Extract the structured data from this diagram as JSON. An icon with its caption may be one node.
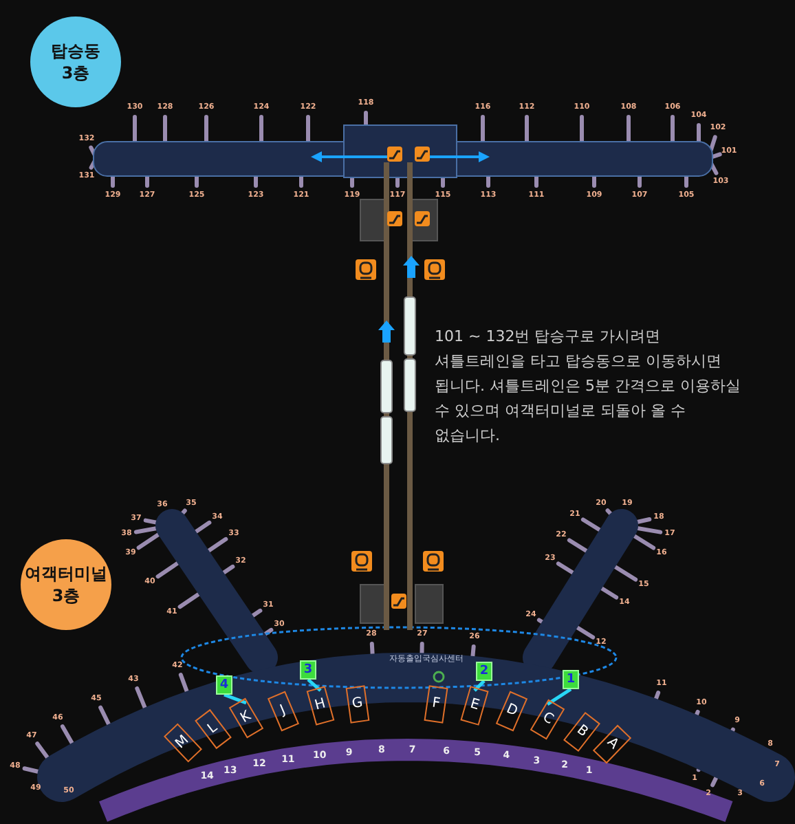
{
  "diagram": {
    "nodes": [
      {
        "text": [
          "탑승동 3층"
        ]
      },
      {
        "text": [
          "여객터미널 3층"
        ]
      },
      {
        "text": [
          "4"
        ]
      },
      {
        "text": [
          "3"
        ]
      },
      {
        "text": [
          "2"
        ]
      },
      {
        "text": [
          "1"
        ]
      },
      {
        "text": [
          "M"
        ]
      },
      {
        "text": [
          "L"
        ]
      },
      {
        "text": [
          "K"
        ]
      },
      {
        "text": [
          "J"
        ]
      },
      {
        "text": [
          "H"
        ]
      },
      {
        "text": [
          "G"
        ]
      },
      {
        "text": [
          "F"
        ]
      },
      {
        "text": [
          "E"
        ]
      },
      {
        "text": [
          "D"
        ]
      },
      {
        "text": [
          "C"
        ]
      },
      {
        "text": [
          "B"
        ]
      },
      {
        "text": [
          "A"
        ]
      }
    ],
    "edges": [
      {
        "from": 2,
        "to": 8,
        "arrow": "none"
      },
      {
        "from": 3,
        "to": 10,
        "arrow": "none"
      },
      {
        "from": 4,
        "to": 13,
        "arrow": "none"
      },
      {
        "from": 5,
        "to": 15,
        "arrow": "none"
      }
    ],
    "labels": [
      "130",
      "128",
      "126",
      "124",
      "122",
      "118",
      "116",
      "112",
      "110",
      "108",
      "106",
      "104",
      "102",
      "132",
      "101",
      "131",
      "103",
      "129",
      "127",
      "125",
      "123",
      "121",
      "119",
      "117",
      "115",
      "113",
      "111",
      "109",
      "107",
      "105",
      "101 ~ 132번 탑승구로 가시려면 셔틀트레인을 타고 탑승동으로 이동하시면 됩니다. 셔틀트레인은 5분 간격으로 이용하실 수 있으며 여객터미널로 되돌아 올 수 없습니다.",
      "36",
      "35",
      "37",
      "34",
      "38",
      "33",
      "39",
      "32",
      "40",
      "31",
      "41",
      "30",
      "42",
      "43",
      "45",
      "46",
      "47",
      "48",
      "49",
      "50",
      "28",
      "27",
      "26",
      "자동출입국심사센터",
      "20",
      "19",
      "21",
      "18",
      "22",
      "17",
      "16",
      "23",
      "15",
      "14",
      "24",
      "12",
      "11",
      "10",
      "9",
      "8",
      "7",
      "1",
      "6",
      "2",
      "3",
      "14",
      "13",
      "12",
      "11",
      "10",
      "9",
      "8",
      "7",
      "6",
      "5",
      "4",
      "3",
      "2",
      "1"
    ]
  }
}
